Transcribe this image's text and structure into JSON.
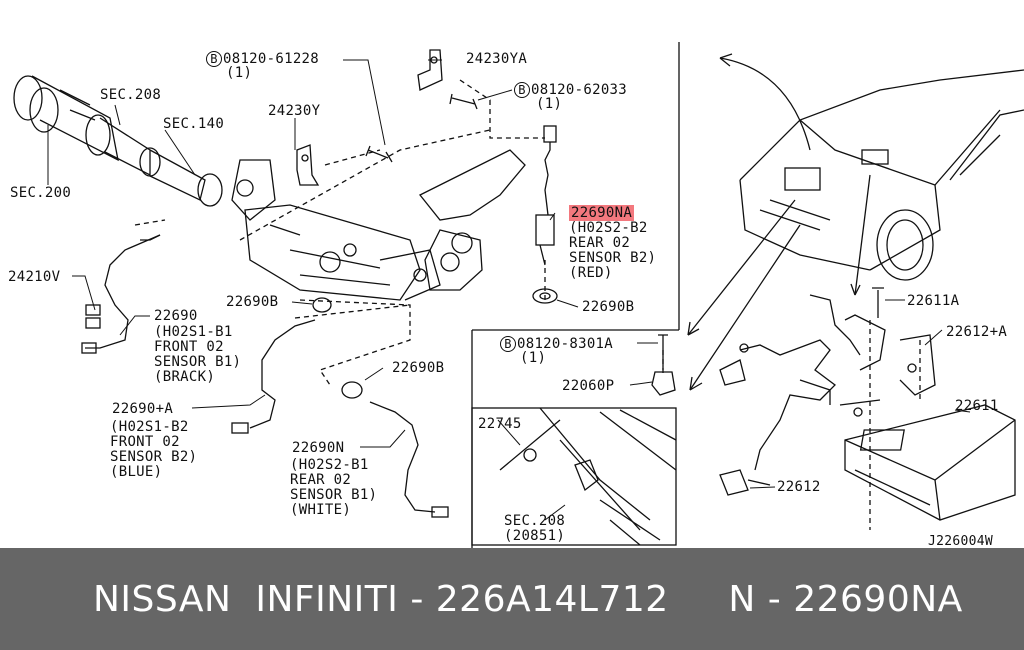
{
  "labels": {
    "sec_200": "SEC.200",
    "sec_208_top": "SEC.208",
    "sec_140": "SEC.140",
    "bolt_61228": "08120-61228",
    "bolt_61228_qty": "(1)",
    "bracket_24230y": "24230Y",
    "bracket_24230ya": "24230YA",
    "bolt_62033": "08120-62033",
    "bolt_62033_qty": "(1)",
    "part_22690na": "22690NA",
    "part_22690na_desc": "(H02S2-B2\nREAR 02\nSENSOR B2)\n(RED)",
    "part_22690b_right": "22690B",
    "part_24210v": "24210V",
    "part_22690b_left": "22690B",
    "part_22690": "22690",
    "part_22690_desc": "(H02S1-B1\nFRONT 02\nSENSOR B1)\n(BRACK)",
    "part_22690a": "22690+A",
    "part_22690a_desc": "(H02S1-B2\nFRONT 02\nSENSOR B2)\n(BLUE)",
    "part_22690b_mid": "22690B",
    "part_22690n": "22690N",
    "part_22690n_desc": "(H02S2-B1\nREAR 02\nSENSOR B1)\n(WHITE)",
    "bolt_8301a": "08120-8301A",
    "bolt_8301a_qty": "(1)",
    "part_22060p": "22060P",
    "part_22745": "22745",
    "sec_208_bottom": "SEC.208",
    "sec_208_bottom_ref": "(20851)",
    "part_22611a": "22611A",
    "part_22612a": "22612+A",
    "part_22611": "22611",
    "part_22612": "22612",
    "diagram_code": "J226004W",
    "bolt_symbol": "B"
  },
  "footer": {
    "brand_text": "NISSAN  INFINITI - 226A14L712     N - 22690NA"
  },
  "colors": {
    "highlight": "#f3787e",
    "footer_bg": "#666666",
    "footer_text": "#ffffff"
  }
}
